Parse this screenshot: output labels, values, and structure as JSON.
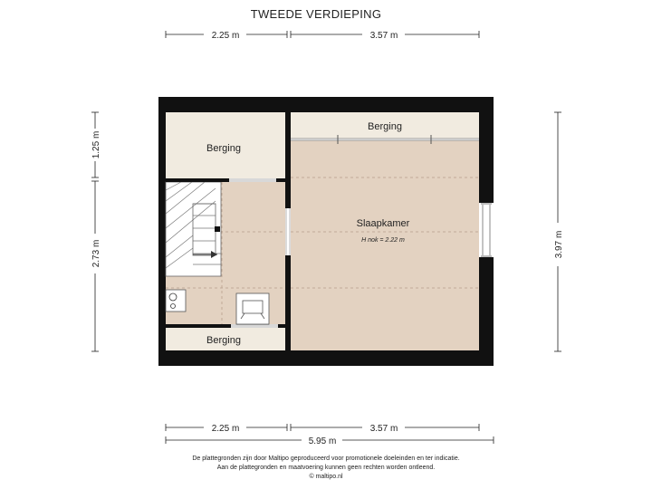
{
  "title": "TWEEDE VERDIEPING",
  "dimensions": {
    "top_left": "2.25 m",
    "top_right": "3.57 m",
    "bottom_left": "2.25 m",
    "bottom_right": "3.57 m",
    "bottom_total": "5.95 m",
    "left_upper": "1.25 m",
    "left_lower": "2.73 m",
    "right_total": "3.97 m"
  },
  "rooms": {
    "berging_top_left": "Berging",
    "berging_top_right": "Berging",
    "berging_bottom_left": "Berging",
    "slaapkamer": "Slaapkamer",
    "slaapkamer_note": "H nok = 2.22 m"
  },
  "disclaimer": {
    "line1": "De plattegronden zijn door Maltipo geproduceerd voor promotionele doeleinden en ter indicatie.",
    "line2": "Aan de plattegronden en maatvoering kunnen geen rechten worden ontleend.",
    "line3": "© maltipo.nl"
  },
  "colors": {
    "wall": "#111111",
    "floor": "#e3d2c1",
    "storage": "#f1ebe0",
    "dim_line": "#222222"
  }
}
